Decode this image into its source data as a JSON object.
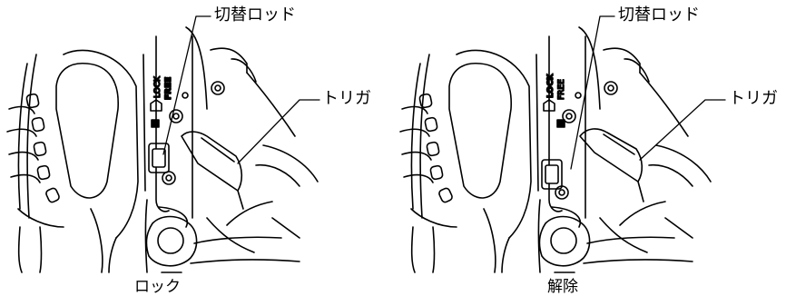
{
  "panels": [
    {
      "caption": "ロック",
      "callouts": {
        "rod": "切替ロッド",
        "trigger": "トリガ"
      },
      "switch_labels": {
        "lock": "LOCK",
        "free": "FREE"
      },
      "state": "lock"
    },
    {
      "caption": "解除",
      "callouts": {
        "rod": "切替ロッド",
        "trigger": "トリガ"
      },
      "switch_labels": {
        "lock": "LOCK",
        "free": "FREE"
      },
      "state": "free"
    }
  ],
  "colors": {
    "line": "#000000",
    "background": "#ffffff"
  }
}
